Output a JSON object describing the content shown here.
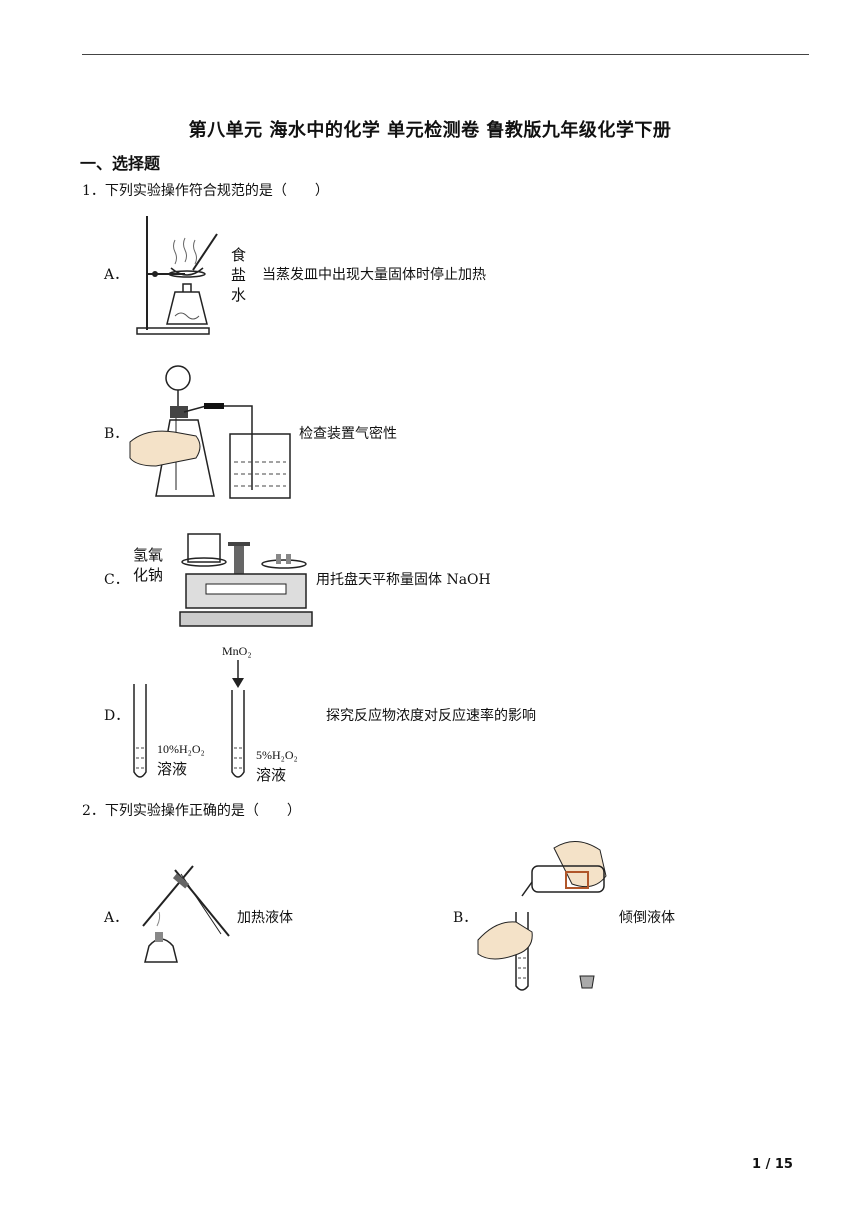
{
  "document": {
    "title": "第八单元 海水中的化学 单元检测卷 鲁教版九年级化学下册",
    "section_heading": "一、选择题",
    "page_number": "1 / 15"
  },
  "questions": [
    {
      "stem": "1．下列实验操作符合规范的是（　　）",
      "options": [
        {
          "letter": "A．",
          "text": "当蒸发皿中出现大量固体时停止加热",
          "figure_labels": [
            "食",
            "盐",
            "水"
          ]
        },
        {
          "letter": "B．",
          "text": "检查装置气密性"
        },
        {
          "letter": "C．",
          "text": "用托盘天平称量固体 NaOH",
          "figure_labels": [
            "氢氧",
            "化钠"
          ]
        },
        {
          "letter": "D．",
          "text": "探究反应物浓度对反应速率的影响",
          "figure_labels": [
            "MnO₂",
            "10%H₂O₂",
            "溶液",
            "5%H₂O₂",
            "溶液"
          ]
        }
      ]
    },
    {
      "stem": "2．下列实验操作正确的是（　　）",
      "options": [
        {
          "letter": "A．",
          "text": "加热液体"
        },
        {
          "letter": "B．",
          "text": "倾倒液体"
        }
      ]
    }
  ]
}
